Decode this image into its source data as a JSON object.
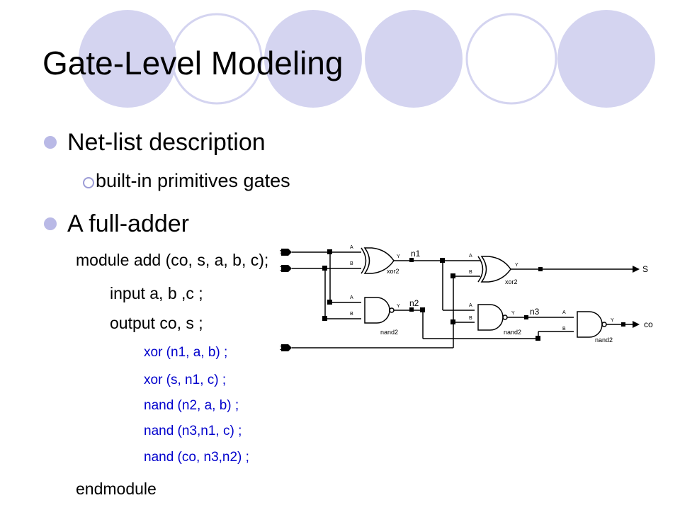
{
  "slide": {
    "title": "Gate-Level Modeling",
    "bullets": [
      {
        "text": "Net-list description",
        "sub": [
          "built-in primitives gates"
        ]
      },
      {
        "text": "A full-adder"
      }
    ],
    "code": {
      "module": "module add (co, s, a, b, c);",
      "input": "input a, b ,c ;",
      "output": "output co, s ;",
      "gates": [
        "xor (n1, a, b) ;",
        "xor (s, n1, c) ;",
        "nand (n2, a, b) ;",
        "nand (n3,n1, c) ;",
        "nand (co, n3,n2) ;"
      ],
      "end": "endmodule"
    },
    "colors": {
      "accent": "#b9b9e6",
      "code_blue": "#0000cc"
    }
  },
  "schematic": {
    "inputs": [
      "a",
      "b",
      "c"
    ],
    "outputs": [
      "S",
      "co"
    ],
    "nets": [
      "n1",
      "n2",
      "n3"
    ],
    "gates": [
      {
        "type": "xor2",
        "pins": [
          "A",
          "B",
          "Y"
        ]
      },
      {
        "type": "nand2",
        "pins": [
          "A",
          "B",
          "Y"
        ]
      },
      {
        "type": "xor2",
        "pins": [
          "A",
          "B",
          "Y"
        ]
      },
      {
        "type": "nand2",
        "pins": [
          "A",
          "B",
          "Y"
        ]
      },
      {
        "type": "nand2",
        "pins": [
          "A",
          "B",
          "Y"
        ]
      }
    ]
  }
}
